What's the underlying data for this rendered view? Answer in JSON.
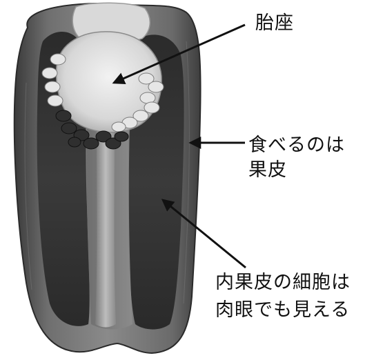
{
  "labels": {
    "placenta": "胎座",
    "edible_line1": "食べるのは",
    "edible_line2": "果皮",
    "endocarp_line1": "内果皮の細胞は",
    "endocarp_line2": "肉眼でも見える"
  },
  "colors": {
    "background": "#ffffff",
    "text": "#111111",
    "arrow": "#111111"
  },
  "illustration": {
    "subject": "pepper-cross-section-photo"
  }
}
